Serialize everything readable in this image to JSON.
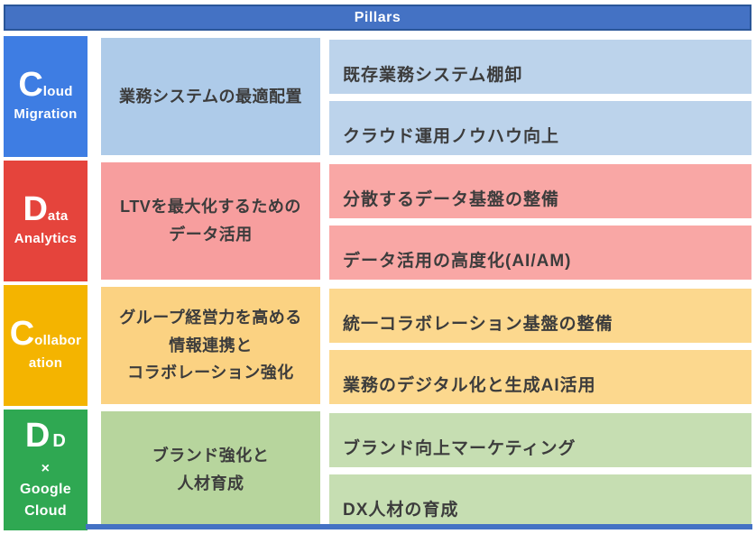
{
  "header": {
    "title": "Pillars",
    "bg": "#4472C4",
    "border": "#2A5699"
  },
  "rows": [
    {
      "name": "Cloud Migration",
      "label": {
        "big": "C",
        "small": "loud",
        "lines": "Migration"
      },
      "colors": {
        "label": "#3E7DE3",
        "middle": "#AECBE9",
        "item": "#BCD3EB"
      },
      "middle": "業務システムの最適配置",
      "items": [
        "既存業務システム棚卸",
        "クラウド運用ノウハウ向上"
      ]
    },
    {
      "name": "Data Analytics",
      "label": {
        "big": "D",
        "small": "ata",
        "lines": "Analytics"
      },
      "colors": {
        "label": "#E5443C",
        "middle": "#F79E9E",
        "item": "#F9A7A5"
      },
      "middle": "LTVを最大化するための\nデータ活用",
      "items": [
        "分散するデータ基盤の整備",
        "データ活用の高度化(AI/AM)"
      ]
    },
    {
      "name": "Collaboration",
      "label": {
        "big": "C",
        "small": "ollabor",
        "lines": "ation"
      },
      "colors": {
        "label": "#F4B400",
        "middle": "#FBD282",
        "item": "#FCD88E"
      },
      "middle": "グループ経営力を高める\n情報連携と\nコラボレーション強化",
      "items": [
        "統一コラボレーション基盤の整備",
        "業務のデジタル化と生成AI活用"
      ]
    },
    {
      "name": "DD × Google Cloud",
      "label": {
        "big": "D",
        "small": "D",
        "lines": "×\nGoogle\nCloud"
      },
      "colors": {
        "label": "#2FA852",
        "middle": "#B7D59D",
        "item": "#C6DEB2"
      },
      "middle": "ブランド強化と\n人材育成",
      "items": [
        "ブランド向上マーケティング",
        "DX人材の育成"
      ]
    }
  ],
  "footer": {
    "bar_color": "#4472C4"
  }
}
